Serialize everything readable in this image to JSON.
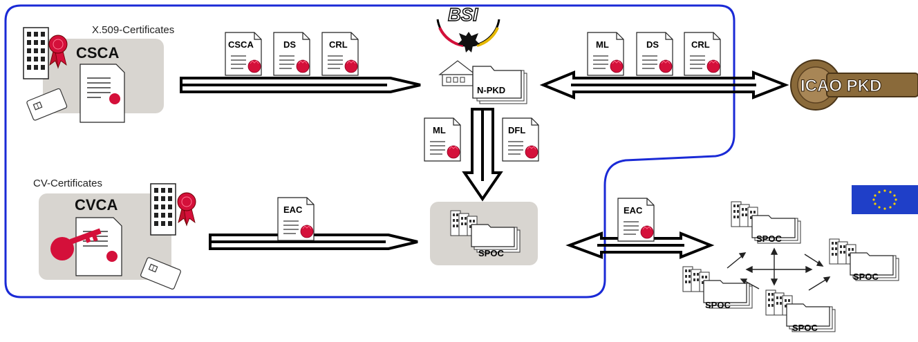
{
  "labels": {
    "x509_certificates": "X.509-Certificates",
    "cv_certificates": "CV-Certificates",
    "csca": "CSCA",
    "cvca": "CVCA",
    "bsi_logo": "BSI",
    "npkd": "N-PKD",
    "icao_pkd_logo": "ICAO PKD",
    "spoc": "SPOC"
  },
  "documents": {
    "csca_to_npkd": [
      "CSCA",
      "DS",
      "CRL"
    ],
    "icao_exchange": [
      "ML",
      "DS",
      "CRL"
    ],
    "npkd_to_spoc": [
      "ML",
      "DFL"
    ],
    "cvca_to_spoc": [
      "EAC"
    ],
    "spoc_exchange": [
      "EAC"
    ]
  },
  "colors": {
    "boundary": "#1a2ad6",
    "panel": "#d8d5d0",
    "seal": "#d4103a",
    "eu_blue": "#1f3fc8",
    "eu_star": "#f5d000",
    "icao_bronze": "#8a6a3a"
  },
  "icons": [
    "office-building-icon",
    "wax-seal-icon",
    "smart-card-icon",
    "certificate-document-icon",
    "key-icon",
    "house-icon",
    "folder-stack-icon",
    "eagle-icon",
    "eu-flag-icon"
  ]
}
